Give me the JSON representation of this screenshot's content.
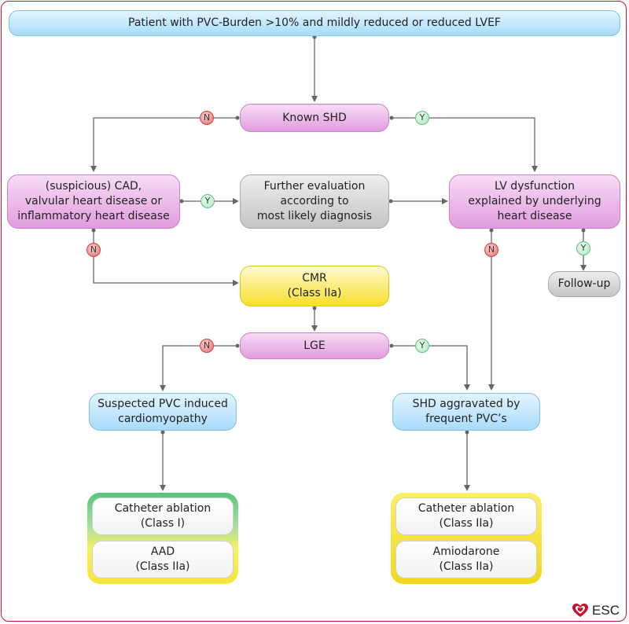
{
  "boxes": {
    "top": "Patient with PVC-Burden >10% and mildly reduced or reduced LVEF",
    "known_shd": "Known SHD",
    "cad": "(suspicious) CAD,\nvalvular heart disease or\ninflammatory heart disease",
    "further_eval": "Further evaluation\naccording to\nmost likely diagnosis",
    "lv_dysfunction": "LV dysfunction\nexplained by underlying\nheart disease",
    "follow_up": "Follow-up",
    "cmr": "CMR\n(Class IIa)",
    "lge": "LGE",
    "suspected_pvc": "Suspected PVC induced\ncardiomyopathy",
    "shd_aggravated": "SHD aggravated by\nfrequent PVC’s",
    "left_catheter": "Catheter ablation\n(Class I)",
    "left_aad": "AAD\n(Class IIa)",
    "right_catheter": "Catheter ablation\n(Class IIa)",
    "right_amiodarone": "Amiodarone\n(Class IIa)"
  },
  "badges": {
    "no": "N",
    "yes": "Y"
  },
  "logo": {
    "text": "ESC",
    "icon": "heart-icon"
  },
  "colors": {
    "frame": "#c8102e",
    "connector": "#666666",
    "blue_box": "#a8dbfb",
    "pink_box": "#e29ce0",
    "gray_box": "#c4c4c4",
    "yellow_box": "#f7df2a",
    "green_panel": "#58c47a",
    "badge_no": "#e86a6a",
    "badge_yes": "#a9e6bd"
  }
}
